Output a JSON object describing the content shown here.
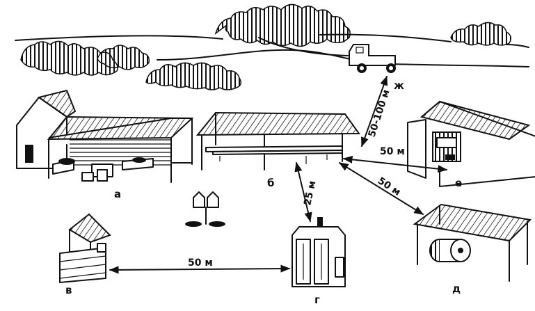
{
  "labels": {
    "a": "а",
    "b": "б",
    "v": "в",
    "g": "г",
    "d": "д",
    "e": "е",
    "zh": "ж"
  },
  "distances": {
    "road_to_shed": "50-100 м",
    "shed_to_garage": "50 м",
    "shed_to_canopy": "50 м",
    "shed_to_outhouse": "25 м",
    "well_to_outhouse": "50 м"
  }
}
